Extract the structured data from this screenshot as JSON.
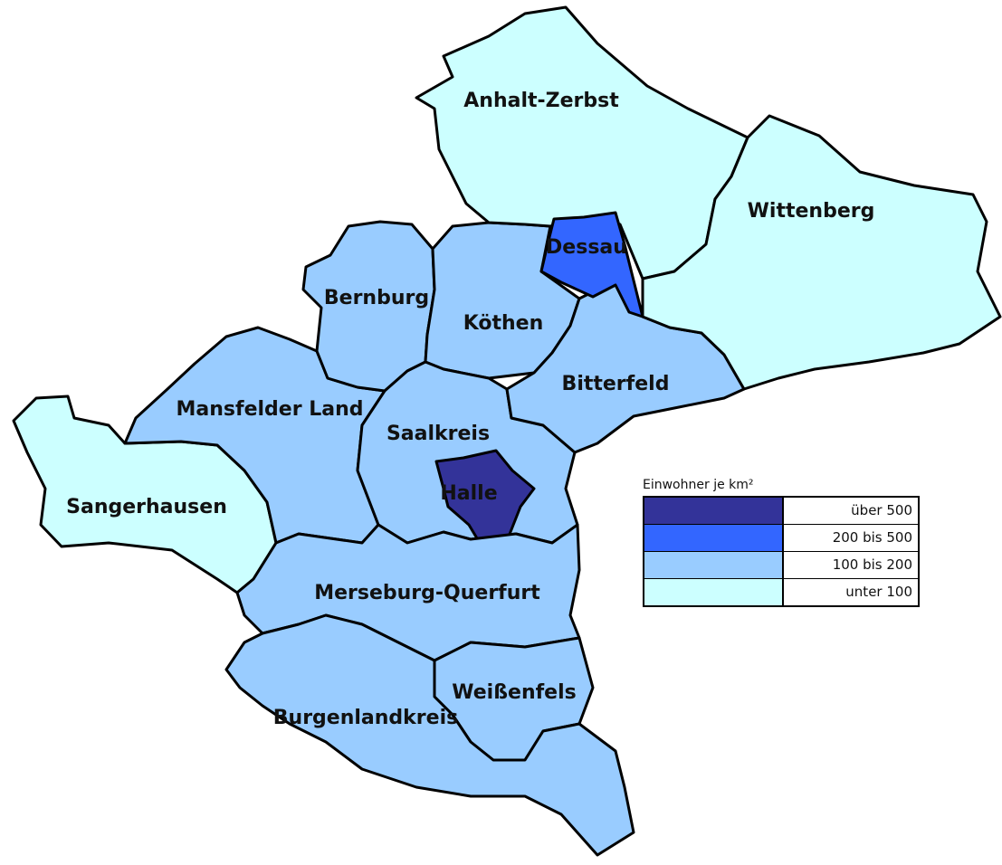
{
  "colors": {
    "over_500": "#333399",
    "200_500": "#3366FF",
    "100_200": "#99CCFF",
    "under_100": "#CCFFFF",
    "border": "#000000"
  },
  "regions": [
    {
      "id": "anhalt-zerbst",
      "name": "Anhalt-Zerbst",
      "class": "under_100"
    },
    {
      "id": "wittenberg",
      "name": "Wittenberg",
      "class": "under_100"
    },
    {
      "id": "dessau",
      "name": "Dessau",
      "class": "200_500"
    },
    {
      "id": "bernburg",
      "name": "Bernburg",
      "class": "100_200"
    },
    {
      "id": "koethen",
      "name": "Köthen",
      "class": "100_200"
    },
    {
      "id": "bitterfeld",
      "name": "Bitterfeld",
      "class": "100_200"
    },
    {
      "id": "mansfelder-land",
      "name": "Mansfelder Land",
      "class": "100_200"
    },
    {
      "id": "saalkreis",
      "name": "Saalkreis",
      "class": "100_200"
    },
    {
      "id": "halle",
      "name": "Halle",
      "class": "over_500"
    },
    {
      "id": "sangerhausen",
      "name": "Sangerhausen",
      "class": "under_100"
    },
    {
      "id": "merseburg-querfurt",
      "name": "Merseburg-Querfurt",
      "class": "100_200"
    },
    {
      "id": "weissenfels",
      "name": "Weißenfels",
      "class": "100_200"
    },
    {
      "id": "burgenlandkreis",
      "name": "Burgenlandkreis",
      "class": "100_200"
    }
  ],
  "legend": {
    "title": "Einwohner je km²",
    "items": [
      {
        "label": "über 500",
        "class": "over_500"
      },
      {
        "label": "200 bis 500",
        "class": "200_500"
      },
      {
        "label": "100 bis 200",
        "class": "100_200"
      },
      {
        "label": "unter 100",
        "class": "under_100"
      }
    ]
  }
}
